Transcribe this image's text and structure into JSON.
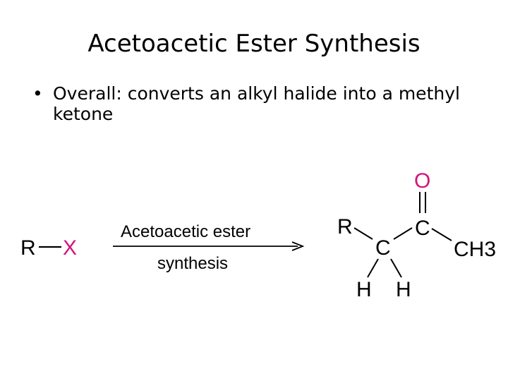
{
  "slide": {
    "title": "Acetoacetic Ester Synthesis",
    "bullet_marker": "•",
    "bullet_text": "Overall: converts an alkyl halide into a methyl ketone"
  },
  "scheme": {
    "reactant": {
      "r": "R",
      "x": "X"
    },
    "arrow": {
      "label_top": "Acetoacetic ester",
      "label_bottom": "synthesis"
    },
    "product": {
      "r": "R",
      "alpha_c": "C",
      "carbonyl_c": "C",
      "oxygen": "O",
      "methyl": "CH",
      "methyl_subscript": "3",
      "h_left": "H",
      "h_right": "H"
    },
    "colors": {
      "text": "#000000",
      "halogen_oxygen": "#d4147a",
      "background": "#ffffff"
    }
  }
}
